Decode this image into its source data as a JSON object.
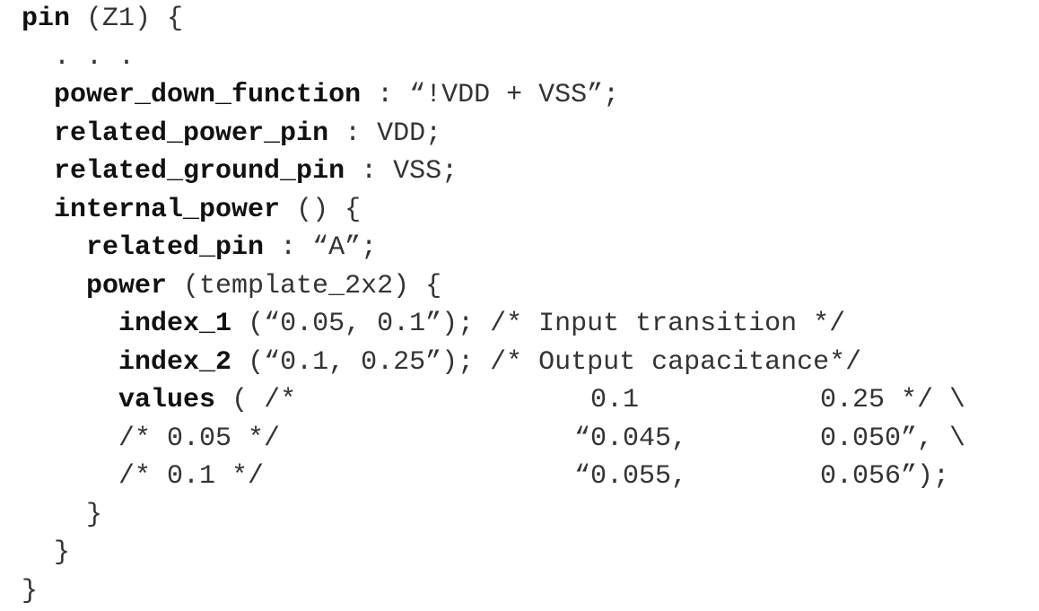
{
  "code": {
    "l1": {
      "kw": "pin",
      "rest": " (Z1) {"
    },
    "l2": {
      "text": "  . . ."
    },
    "l3": {
      "indent": "  ",
      "kw": "power_down_function",
      "rest": " : “!VDD + VSS”;"
    },
    "l4": {
      "indent": "  ",
      "kw": "related_power_pin",
      "rest": " : VDD;"
    },
    "l5": {
      "indent": "  ",
      "kw": "related_ground_pin",
      "rest": " : VSS;"
    },
    "l6": {
      "indent": "  ",
      "kw": "internal_power",
      "rest": " () {"
    },
    "l7": {
      "indent": "    ",
      "kw": "related_pin",
      "rest": " : “A”;"
    },
    "l8": {
      "indent": "    ",
      "kw": "power",
      "rest": " (template_2x2) {"
    },
    "l9": {
      "indent": "      ",
      "kw": "index_1",
      "rest": " (“0.05, 0.1”); /* Input transition */"
    },
    "l10": {
      "indent": "      ",
      "kw": "index_2",
      "rest": " (“0.1, 0.25”); /* Output capacitance*/"
    },
    "l11": {
      "indent": "      ",
      "kw": "values",
      "rest": " ( /*",
      "c1": "0.1",
      "c2": "0.25 */ \\"
    },
    "l12": {
      "text": "      /* 0.05 */",
      "c1": "“0.045,",
      "c2": "0.050”, \\"
    },
    "l13": {
      "text": "      /* 0.1 */",
      "c1": "“0.055,",
      "c2": "0.056”);"
    },
    "l14": {
      "text": "    }"
    },
    "l15": {
      "text": "  }"
    },
    "l16": {
      "text": "}"
    }
  }
}
